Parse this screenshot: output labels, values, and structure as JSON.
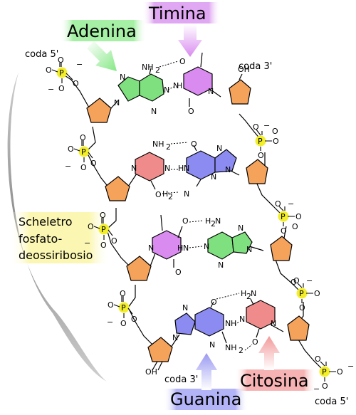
{
  "labels": {
    "timina": "Timina",
    "adenina": "Adenina",
    "guanina": "Guanina",
    "citosina": "Citosina",
    "coda5_top": "coda 5'",
    "coda3_top": "coda 3'",
    "coda3_bottom": "coda 3'",
    "coda5_bottom": "coda 5'",
    "backbone_line1": "Scheletro",
    "backbone_line2": "fosfato-",
    "backbone_line3": "deossiribosio"
  },
  "atoms": {
    "P": "P",
    "O": "O",
    "N": "N",
    "H": "H",
    "NH2": "NH",
    "H2N": "H",
    "OH": "OH",
    "minus": "−",
    "two": "2"
  },
  "colors": {
    "adenina": "#7fe07f",
    "timina": "#d98bf0",
    "guanina": "#8b8bf2",
    "citosina": "#f08b8b",
    "sugar": "#f5a35b",
    "phosphate": "#f2ee2a",
    "adenina_arrow": "#86e886",
    "timina_arrow": "#d98bf0",
    "guanina_arrow": "#9a9af2",
    "citosina_arrow": "#f29a9a",
    "label_highlight_adenina": "#a6f0a6",
    "label_highlight_timina": "#e0a8f2",
    "label_highlight_guanina": "#b3b3f7",
    "label_highlight_citosina": "#f7b3b3",
    "label_highlight_backbone": "#fbf7b3"
  }
}
